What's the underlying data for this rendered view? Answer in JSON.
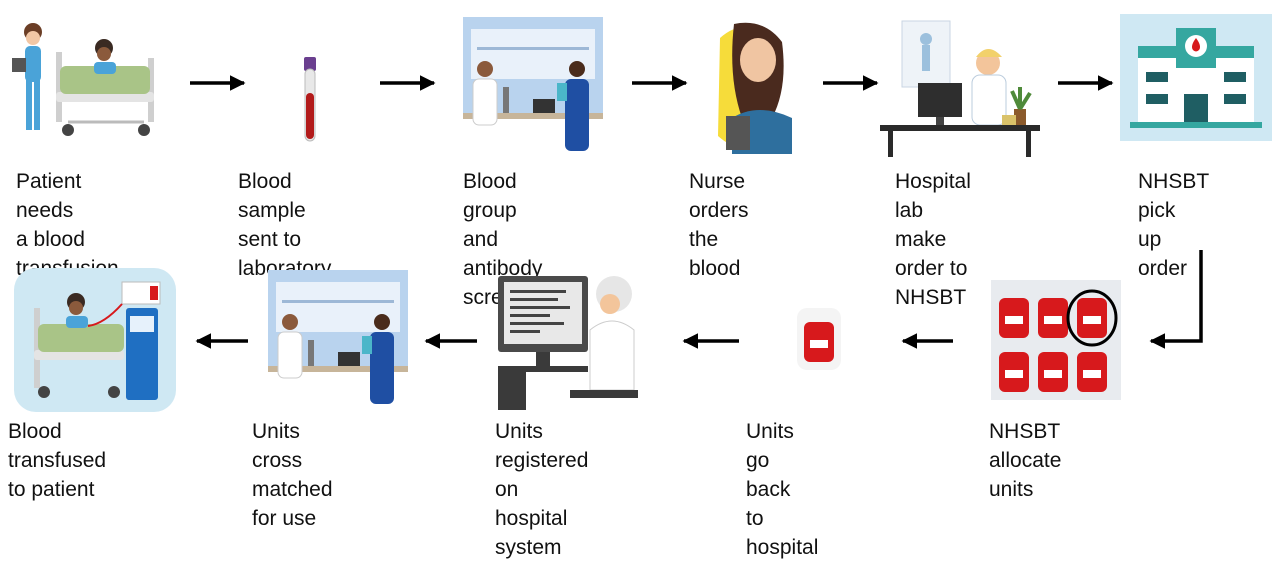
{
  "steps": [
    {
      "id": "patient",
      "label": "Patient needs\na blood\ntransfusion",
      "icon": "patient-in-bed-icon"
    },
    {
      "id": "sample",
      "label": "Blood sample\nsent to\nlaboratory",
      "icon": "blood-sample-tube-icon"
    },
    {
      "id": "group",
      "label": "Blood group\nand antibody\nscreen",
      "icon": "lab-scientists-icon"
    },
    {
      "id": "nurse",
      "label": "Nurse orders\nthe blood",
      "icon": "nurse-on-phone-icon"
    },
    {
      "id": "hospital-lab",
      "label": "Hospital lab\nmake order to\nNHSBT",
      "icon": "lab-worker-at-computer-icon"
    },
    {
      "id": "pickup",
      "label": "NHSBT pick\nup order",
      "icon": "nhsbt-building-icon"
    },
    {
      "id": "allocate",
      "label": "NHSBT\nallocate units",
      "icon": "blood-bags-grid-icon"
    },
    {
      "id": "back",
      "label": "Units go back\nto hospital",
      "icon": "blood-bag-icon"
    },
    {
      "id": "registered",
      "label": "Units registered\non hospital\nsystem",
      "icon": "doctor-at-computer-icon"
    },
    {
      "id": "crossmatch",
      "label": "Units cross\nmatched for use",
      "icon": "lab-scientists-icon"
    },
    {
      "id": "transfused",
      "label": "Blood transfused\nto patient",
      "icon": "patient-receiving-transfusion-icon"
    }
  ],
  "colors": {
    "arrow": "#000000",
    "blood": "#d7191c",
    "teal": "#35a7a0",
    "lab_bg": "#b9d3ee",
    "bed_green": "#a9c487"
  }
}
